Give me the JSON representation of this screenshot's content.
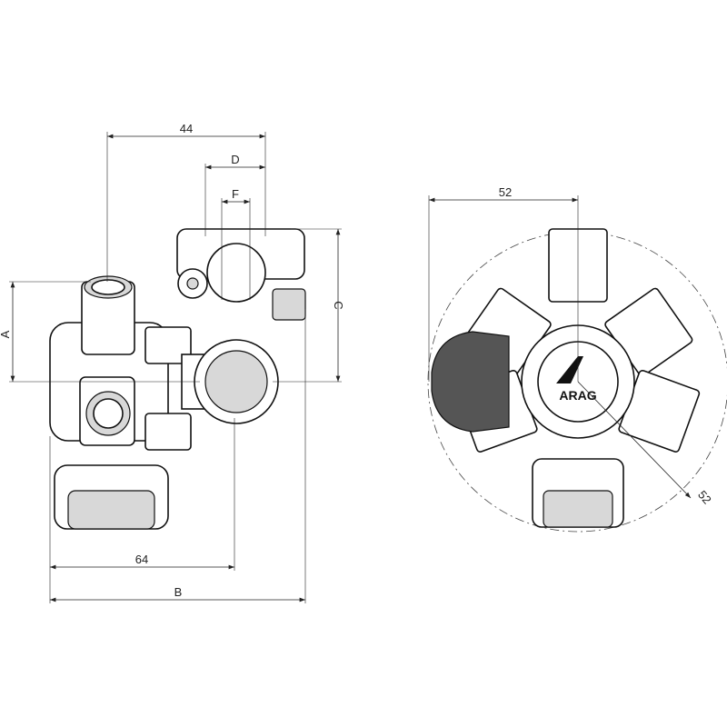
{
  "front_view": {
    "dimensions": {
      "width_44": "44",
      "d": "D",
      "f": "F",
      "a": "A",
      "c": "C",
      "width_64": "64",
      "b": "B"
    }
  },
  "side_view": {
    "dimensions": {
      "radius_52_top": "52",
      "radius_52_diag": "52"
    },
    "logo_text": "ARAG"
  },
  "colors": {
    "line": "#111111",
    "fill": "#ffffff",
    "shade": "#d8d8d8"
  }
}
